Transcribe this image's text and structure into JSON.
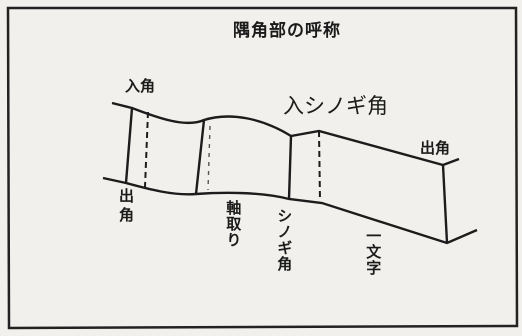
{
  "diagram": {
    "title": "隅角部の呼称",
    "labels": {
      "irisumi_top": "入角",
      "irisumi_shinogi": "入シノギ角",
      "desumi_right": "出角",
      "desumi_left_line1": "出",
      "desumi_left_line2": "角",
      "wawadori": "軸取り",
      "shinogi": "シノギ角",
      "ichimonji": "一文字"
    }
  }
}
